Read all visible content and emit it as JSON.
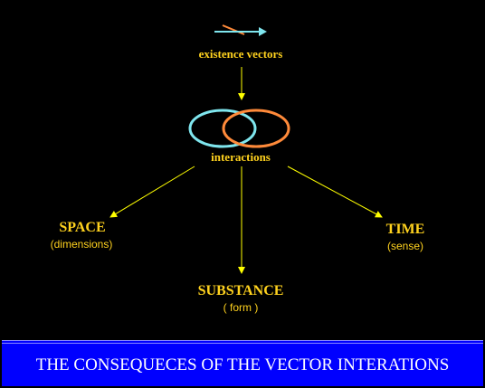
{
  "nodes": {
    "existence_vectors": "existence vectors",
    "interactions": "interactions",
    "space": {
      "title": "SPACE",
      "note": "(dimensions)"
    },
    "time": {
      "title": "TIME",
      "note": "(sense)"
    },
    "substance": {
      "title": "SUBSTANCE",
      "note": "( form )"
    }
  },
  "footer": {
    "caption": "THE CONSEQUECES OF THE VECTOR INTERATIONS"
  },
  "colors": {
    "background": "#000000",
    "label": "#ffd21e",
    "arrow": "#ffff00",
    "circle_left": "#7fe6ee",
    "circle_right": "#ff8a3a",
    "vector": "#7fe6ee",
    "footer_bg": "#0000ff",
    "footer_text": "#ffffff"
  },
  "icons": {
    "vectors": "crossed-vector-arrows-icon",
    "interactions": "overlapping-circles-icon"
  }
}
